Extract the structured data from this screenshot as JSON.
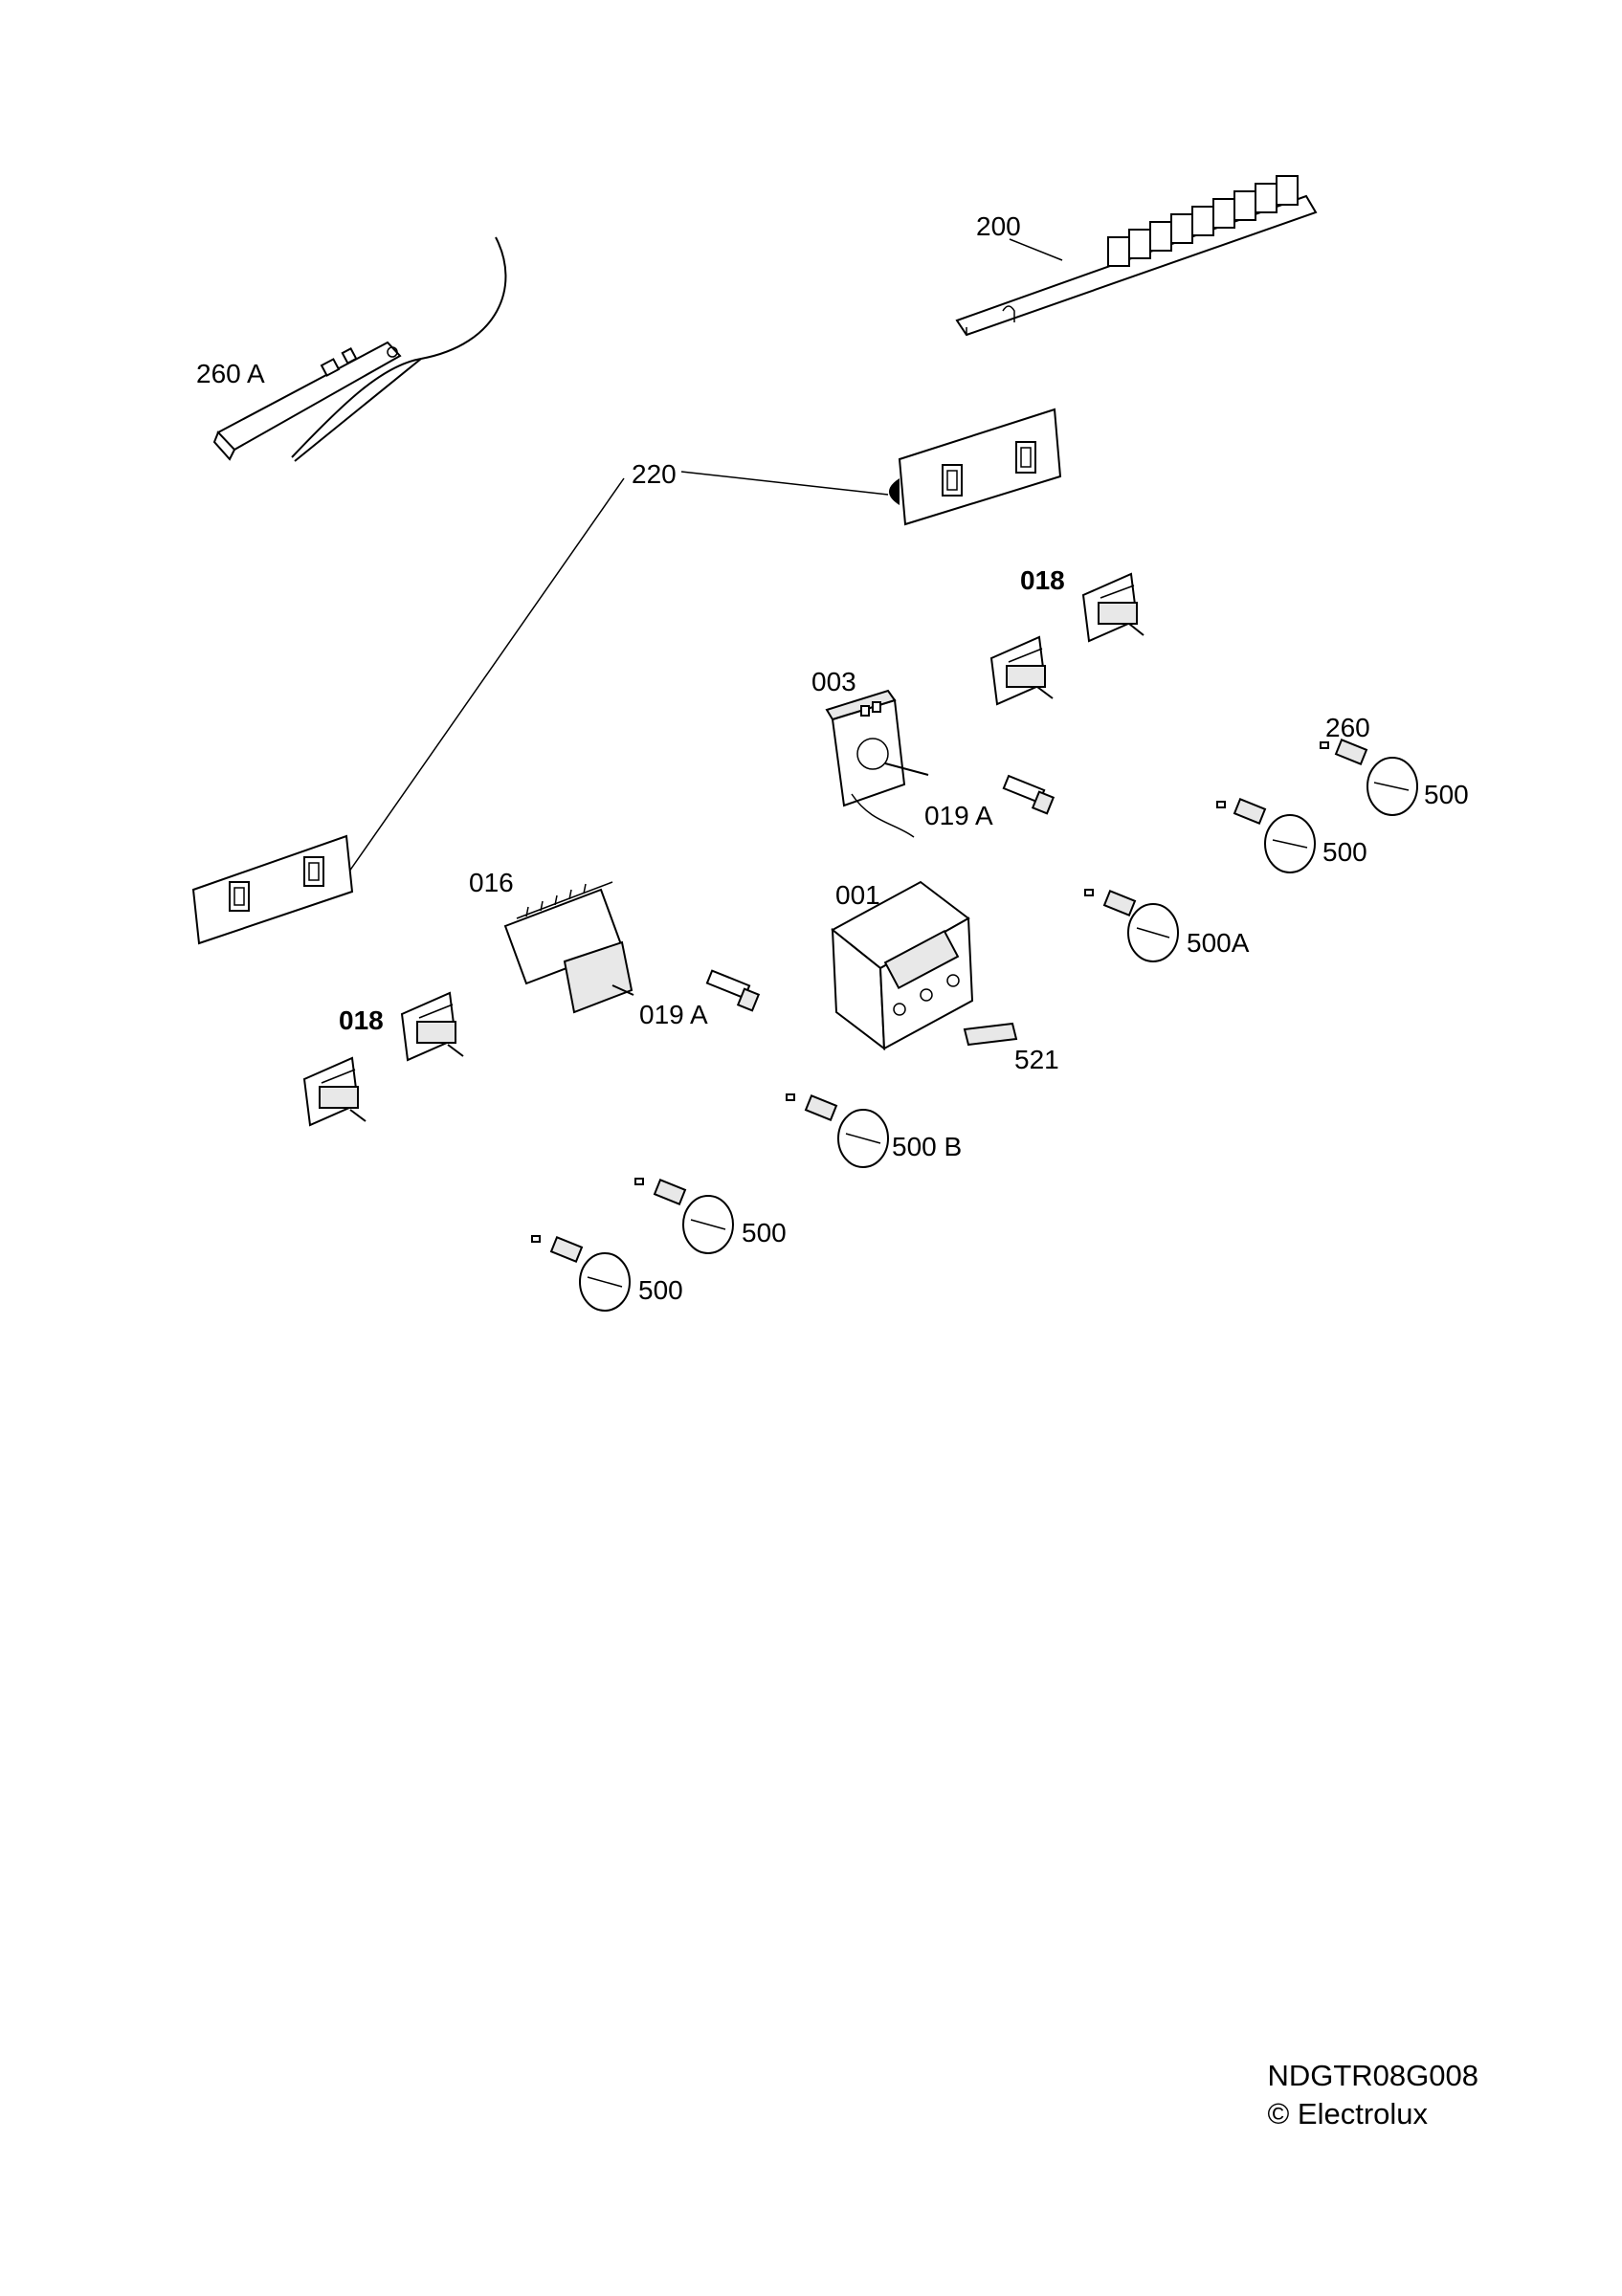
{
  "diagram": {
    "labels": {
      "l200": "200",
      "l260a": "260 A",
      "l220": "220",
      "l018_top": "018",
      "l003": "003",
      "l260": "260",
      "l500_r1": "500",
      "l019a_top": "019 A",
      "l500_r2": "500",
      "l016": "016",
      "l001": "001",
      "l500a": "500A",
      "l018_left": "018",
      "l019a_mid": "019 A",
      "l521": "521",
      "l500b": "500 B",
      "l500_b1": "500",
      "l500_b2": "500"
    }
  },
  "footer": {
    "code": "NDGTR08G008",
    "copyright": "© Electrolux"
  }
}
